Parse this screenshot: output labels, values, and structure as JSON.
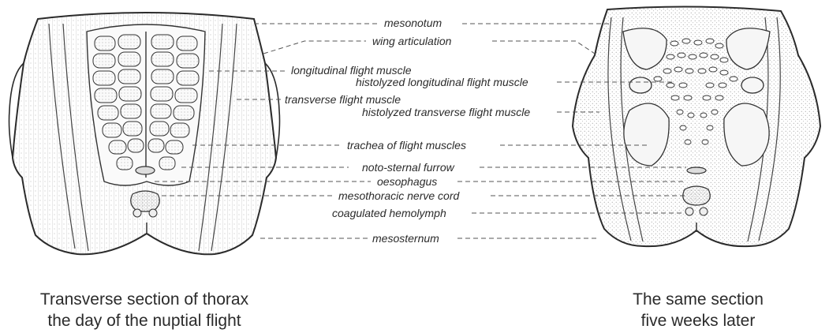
{
  "labels": {
    "mesonotum": "mesonotum",
    "wing_articulation": "wing articulation",
    "longitudinal_flight_muscle": "longitudinal flight muscle",
    "histolyzed_longitudinal": "histolyzed longitudinal flight muscle",
    "transverse_flight_muscle": "transverse flight muscle",
    "histolyzed_transverse": "histolyzed transverse flight muscle",
    "trachea": "trachea of flight muscles",
    "noto_sternal_furrow": "noto-sternal furrow",
    "oesophagus": "oesophagus",
    "nerve_cord": "mesothoracic nerve cord",
    "hemolymph": "coagulated hemolymph",
    "mesosternum": "mesosternum"
  },
  "captions": {
    "left_line1": "Transverse section of thorax",
    "left_line2": "the day of the nuptial flight",
    "right_line1": "The same section",
    "right_line2": "five weeks later"
  },
  "colors": {
    "ink": "#2b2b2b",
    "stipple": "#9a9a9a",
    "fill": "#f4f4f4"
  }
}
